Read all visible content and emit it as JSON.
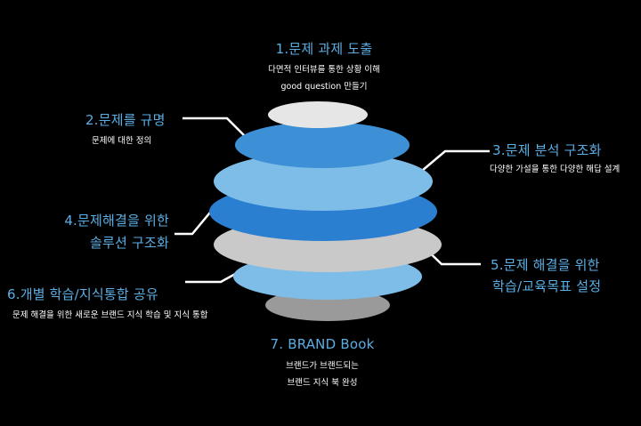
{
  "colors": {
    "background": "#000000",
    "title": "#5aaee3",
    "subtitle": "#ffffff",
    "connector": "#ffffff"
  },
  "layers": [
    {
      "id": 1,
      "color": "#e6e6e6"
    },
    {
      "id": 2,
      "color": "#3d8fd6"
    },
    {
      "id": 3,
      "color": "#7fbde9"
    },
    {
      "id": 4,
      "color": "#2b7fd0"
    },
    {
      "id": 5,
      "color": "#c9c9c9"
    },
    {
      "id": 6,
      "color": "#7fbde9"
    },
    {
      "id": 7,
      "color": "#9a9a9a"
    }
  ],
  "labels": {
    "l1": {
      "title": "1.문제 과제 도출",
      "sub1": "다면적 인터뷰를 통한 상황 이해",
      "sub2": "good question 만들기"
    },
    "l2": {
      "title": "2.문제를 규명",
      "sub1": "문제에 대한 정의"
    },
    "l3": {
      "title": "3.문제 분석 구조화",
      "sub1": "다양한 가설을 통한 다양한 해답 설계"
    },
    "l4": {
      "title1": "4.문제해결을 위한",
      "title2": "솔루션 구조화"
    },
    "l5": {
      "title1": "5.문제 해결을 위한",
      "title2": "학습/교육목표 설정"
    },
    "l6": {
      "title": "6.개별 학습/지식통합 공유",
      "sub1": "문제 해결을 위한 새로운 브랜드 지식 학습 및 지식 통합"
    },
    "l7": {
      "title": "7. BRAND Book",
      "sub1": "브랜드가 브랜드되는",
      "sub2": "브랜드 지식 북 완성"
    }
  }
}
